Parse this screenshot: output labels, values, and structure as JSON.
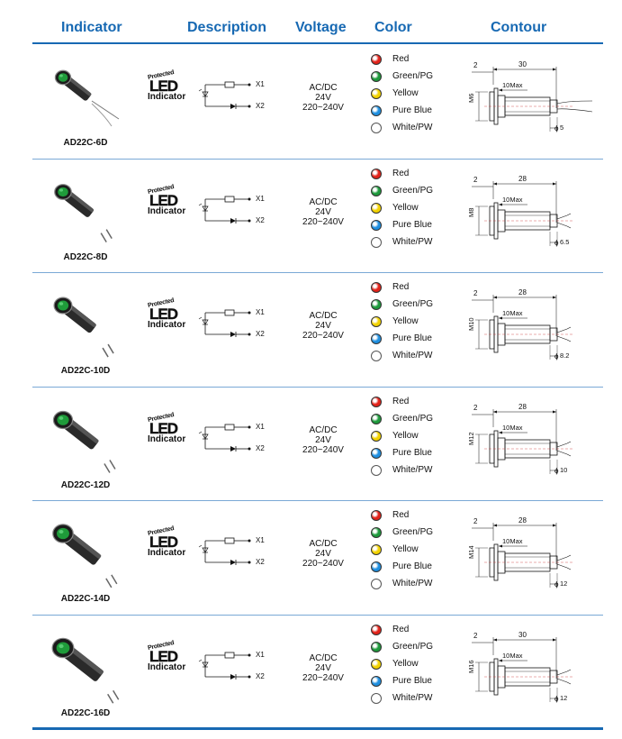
{
  "headers": {
    "indicator": "Indicator",
    "description": "Description",
    "voltage": "Voltage",
    "color": "Color",
    "contour": "Contour"
  },
  "description": {
    "protected": "Protected",
    "led": "LED",
    "indicator": "Indicator",
    "x1": "X1",
    "x2": "X2"
  },
  "voltage": {
    "line1": "AC/DC",
    "line2": "24V",
    "line3": "220~240V"
  },
  "colors": [
    {
      "label": "Red",
      "hex": "#e2231a"
    },
    {
      "label": "Green/PG",
      "hex": "#1e9a3c"
    },
    {
      "label": "Yellow",
      "hex": "#f2d200"
    },
    {
      "label": "Pure Blue",
      "hex": "#1f8fe0"
    },
    {
      "label": "White/PW",
      "hex": "#ffffff"
    }
  ],
  "products": [
    {
      "model": "AD22C-6D",
      "length": "30",
      "offset": "2",
      "max": "10Max",
      "thread": "M6",
      "dia": "5"
    },
    {
      "model": "AD22C-8D",
      "length": "28",
      "offset": "2",
      "max": "10Max",
      "thread": "M8",
      "dia": "6.5"
    },
    {
      "model": "AD22C-10D",
      "length": "28",
      "offset": "2",
      "max": "10Max",
      "thread": "M10",
      "dia": "8.2"
    },
    {
      "model": "AD22C-12D",
      "length": "28",
      "offset": "2",
      "max": "10Max",
      "thread": "M12",
      "dia": "10"
    },
    {
      "model": "AD22C-14D",
      "length": "28",
      "offset": "2",
      "max": "10Max",
      "thread": "M14",
      "dia": "12"
    },
    {
      "model": "AD22C-16D",
      "length": "30",
      "offset": "2",
      "max": "10Max",
      "thread": "M16",
      "dia": "12"
    }
  ]
}
